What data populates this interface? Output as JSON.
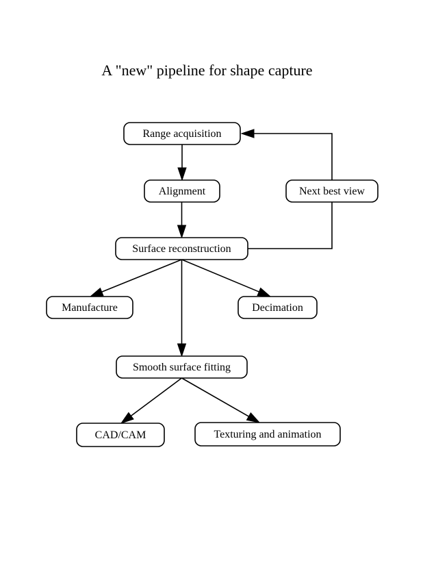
{
  "title": "A \"new\" pipeline for shape capture",
  "nodes": [
    {
      "id": "range",
      "label": "Range acquisition"
    },
    {
      "id": "align",
      "label": "Alignment"
    },
    {
      "id": "nbv",
      "label": "Next best view"
    },
    {
      "id": "surf",
      "label": "Surface reconstruction"
    },
    {
      "id": "manu",
      "label": "Manufacture"
    },
    {
      "id": "deci",
      "label": "Decimation"
    },
    {
      "id": "smooth",
      "label": "Smooth surface fitting"
    },
    {
      "id": "cad",
      "label": "CAD/CAM"
    },
    {
      "id": "tex",
      "label": "Texturing and animation"
    }
  ],
  "edges": [
    {
      "from": "range",
      "to": "align"
    },
    {
      "from": "align",
      "to": "surf"
    },
    {
      "from": "surf",
      "to": "nbv",
      "style": "elbow-no-arrow"
    },
    {
      "from": "nbv",
      "to": "range",
      "style": "elbow"
    },
    {
      "from": "surf",
      "to": "manu"
    },
    {
      "from": "surf",
      "to": "deci"
    },
    {
      "from": "surf",
      "to": "smooth"
    },
    {
      "from": "smooth",
      "to": "cad"
    },
    {
      "from": "smooth",
      "to": "tex"
    }
  ]
}
